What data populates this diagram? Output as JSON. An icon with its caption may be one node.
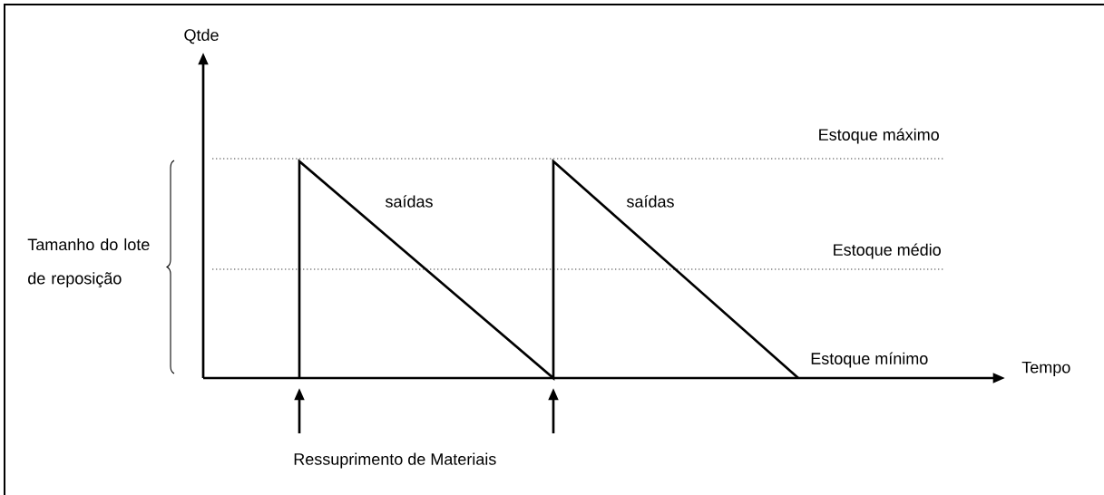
{
  "diagram": {
    "labels": [
      "Qtde",
      "Estoque máximo",
      "saídas",
      "saídas",
      "Tamanho do lote de reposição",
      "Estoque médio",
      "Estoque mínimo",
      "Tempo",
      "Ressuprimento de Materiais"
    ]
  }
}
